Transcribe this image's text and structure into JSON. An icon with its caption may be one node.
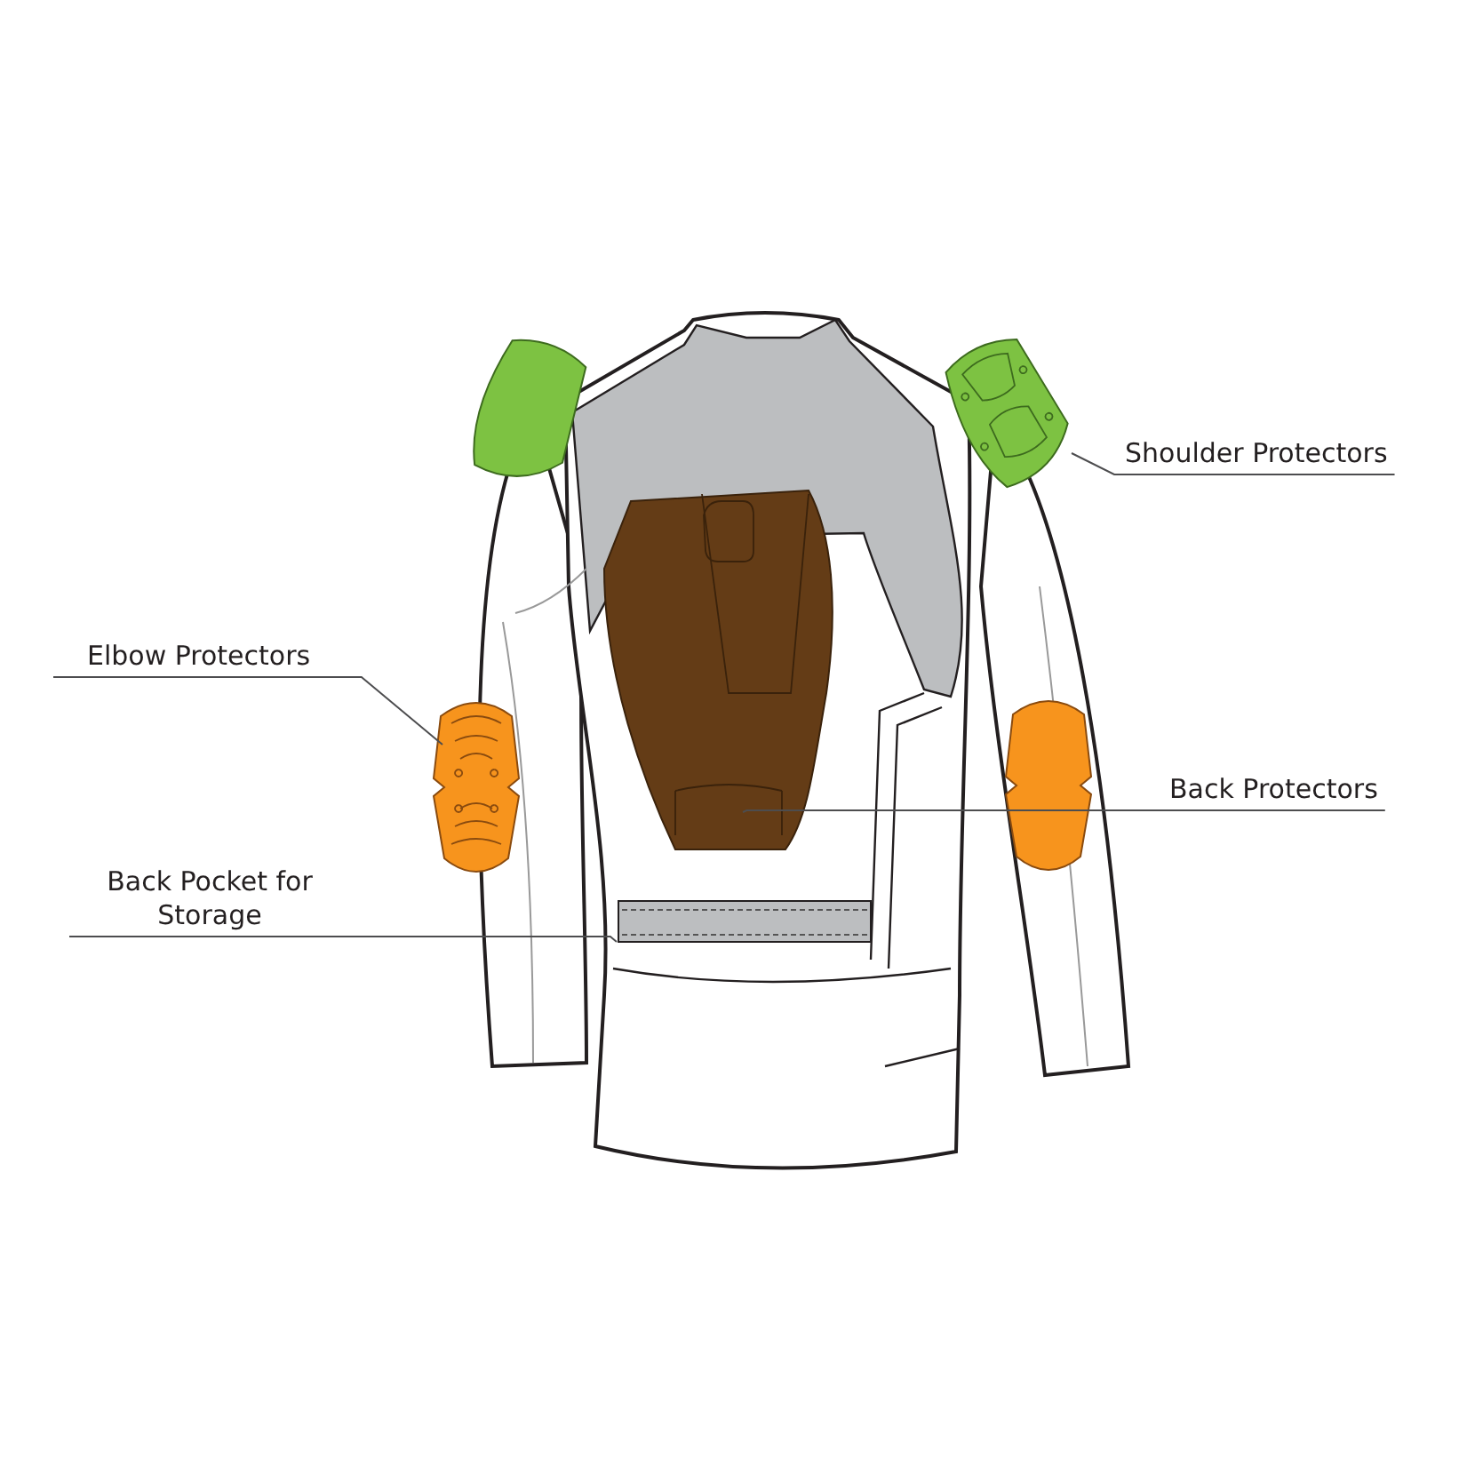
{
  "diagram": {
    "nodes": [
      {
        "text": [
          "Shoulder Protectors"
        ]
      },
      {
        "text": [],
        "shape": "picture"
      },
      {
        "text": [
          "Elbow Protectors"
        ]
      },
      {
        "text": [],
        "shape": "picture"
      },
      {
        "text": [
          "Back Protectors"
        ]
      },
      {
        "text": [],
        "shape": "picture"
      },
      {
        "text": [
          "Back Pocket for Storage"
        ]
      },
      {
        "text": [],
        "shape": "bar"
      }
    ],
    "edges": [
      {
        "from": 0,
        "to": 1,
        "arrow": "none"
      },
      {
        "from": 2,
        "to": 3,
        "arrow": "none"
      },
      {
        "from": 4,
        "to": 5,
        "arrow": "none"
      },
      {
        "from": 6,
        "to": 7,
        "arrow": "none"
      }
    ]
  }
}
